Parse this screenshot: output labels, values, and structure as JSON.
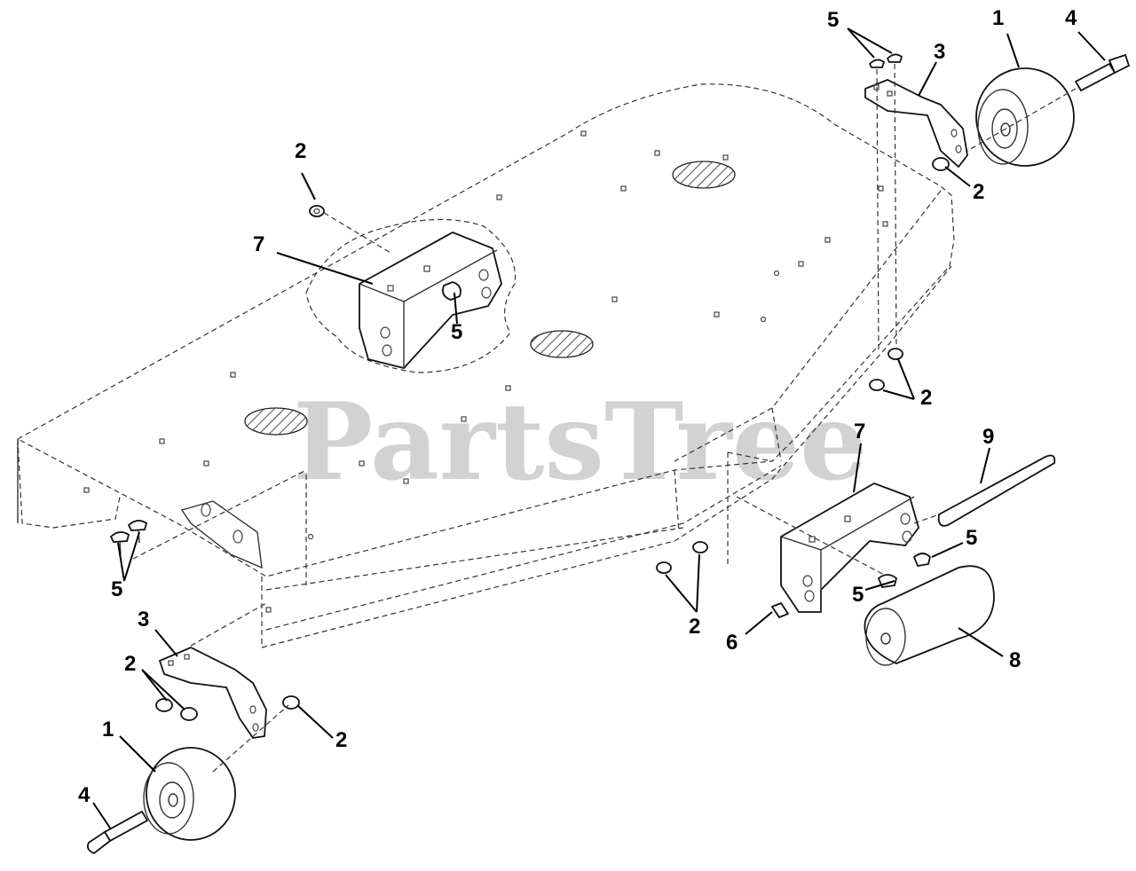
{
  "watermark": "PartsTree",
  "callouts": [
    {
      "id": "c1",
      "label": "1"
    },
    {
      "id": "c2",
      "label": "1"
    },
    {
      "id": "c3",
      "label": "2"
    },
    {
      "id": "c4",
      "label": "2"
    },
    {
      "id": "c5",
      "label": "2"
    },
    {
      "id": "c6",
      "label": "2"
    },
    {
      "id": "c7",
      "label": "2"
    },
    {
      "id": "c8",
      "label": "2"
    },
    {
      "id": "c9",
      "label": "3"
    },
    {
      "id": "c10",
      "label": "3"
    },
    {
      "id": "c11",
      "label": "4"
    },
    {
      "id": "c12",
      "label": "4"
    },
    {
      "id": "c13",
      "label": "5"
    },
    {
      "id": "c14",
      "label": "5"
    },
    {
      "id": "c15",
      "label": "5"
    },
    {
      "id": "c16",
      "label": "5"
    },
    {
      "id": "c17",
      "label": "5"
    },
    {
      "id": "c18",
      "label": "6"
    },
    {
      "id": "c19",
      "label": "7"
    },
    {
      "id": "c20",
      "label": "7"
    },
    {
      "id": "c21",
      "label": "8"
    },
    {
      "id": "c22",
      "label": "9"
    }
  ]
}
